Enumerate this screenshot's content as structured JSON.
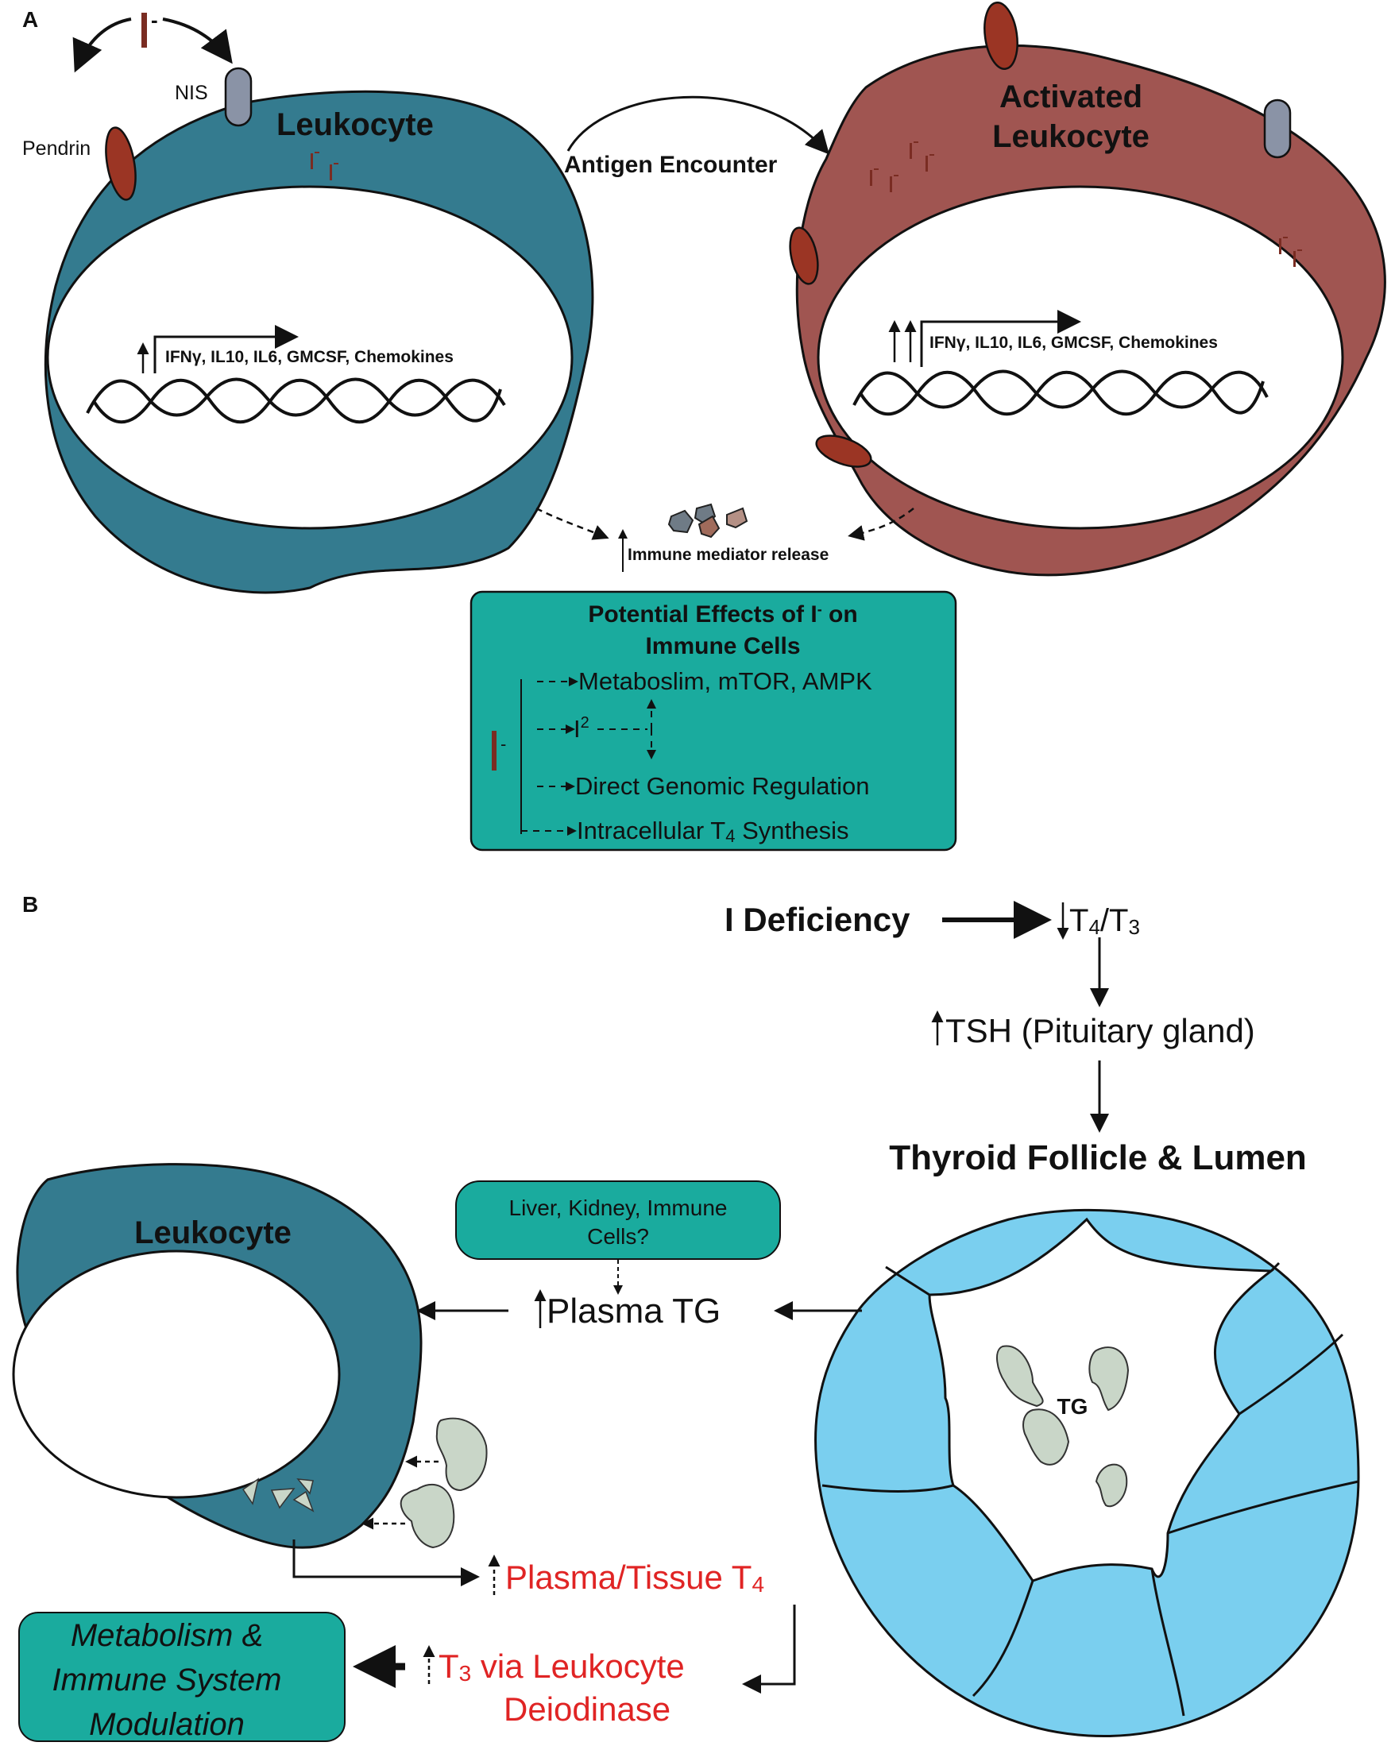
{
  "panel_a": {
    "letter": "A",
    "iodide_symbol": "I",
    "iodide_charge": "-",
    "nis_label": "NIS",
    "pendrin_label": "Pendrin",
    "leukocyte_title": "Leukocyte",
    "activated_title_line1": "Activated",
    "activated_title_line2": "Leukocyte",
    "antigen_label": "Antigen Encounter",
    "genes_label": "IFNγ, IL10, IL6, GMCSF, Chemokines",
    "mediator_label": "Immune mediator release",
    "effects_box": {
      "title_line1_pre": "Potential Effects of I",
      "title_line1_sup": "-",
      "title_line1_post": " on",
      "title_line2": "Immune Cells",
      "iodide_symbol": "I",
      "iodide_charge": "-",
      "item1": "Metaboslim, mTOR, AMPK",
      "item2_symbol": "I",
      "item2_sup": "2",
      "item3": "Direct Genomic Regulation",
      "item4_pre": "Intracellular T",
      "item4_sub": "4",
      "item4_post": " Synthesis"
    }
  },
  "panel_b": {
    "letter": "B",
    "i_deficiency": "I Deficiency",
    "t4t3_pre": "T",
    "t4t3_sub1": "4",
    "t4t3_mid": "/T",
    "t4t3_sub2": "3",
    "tsh": "TSH (Pituitary gland)",
    "thyroid_title": "Thyroid Follicle & Lumen",
    "tg_label": "TG",
    "leukocyte_title": "Leukocyte",
    "liver_box_line1": "Liver, Kidney, Immune",
    "liver_box_line2": "Cells?",
    "plasma_tg": "Plasma TG",
    "plasma_t4_pre": "Plasma/Tissue T",
    "plasma_t4_sub": "4",
    "t3_pre": "T",
    "t3_sub": "3",
    "t3_post": " via Leukocyte",
    "t3_line2": "Deiodinase",
    "metabolism_line1": "Metabolism &",
    "metabolism_line2": "Immune System",
    "metabolism_line3": "Modulation"
  },
  "colors": {
    "leukocyte": "#347b8f",
    "activated": "#a05551",
    "effects_box": "#1aab9e",
    "transporter_nis": "#8a93a6",
    "transporter_pendrin": "#9b3524",
    "follicle_cell": "#7acfef",
    "tg_protein": "#c9d6c8",
    "highlight_red": "#e02424",
    "iodide_brown": "#7a2c22"
  }
}
